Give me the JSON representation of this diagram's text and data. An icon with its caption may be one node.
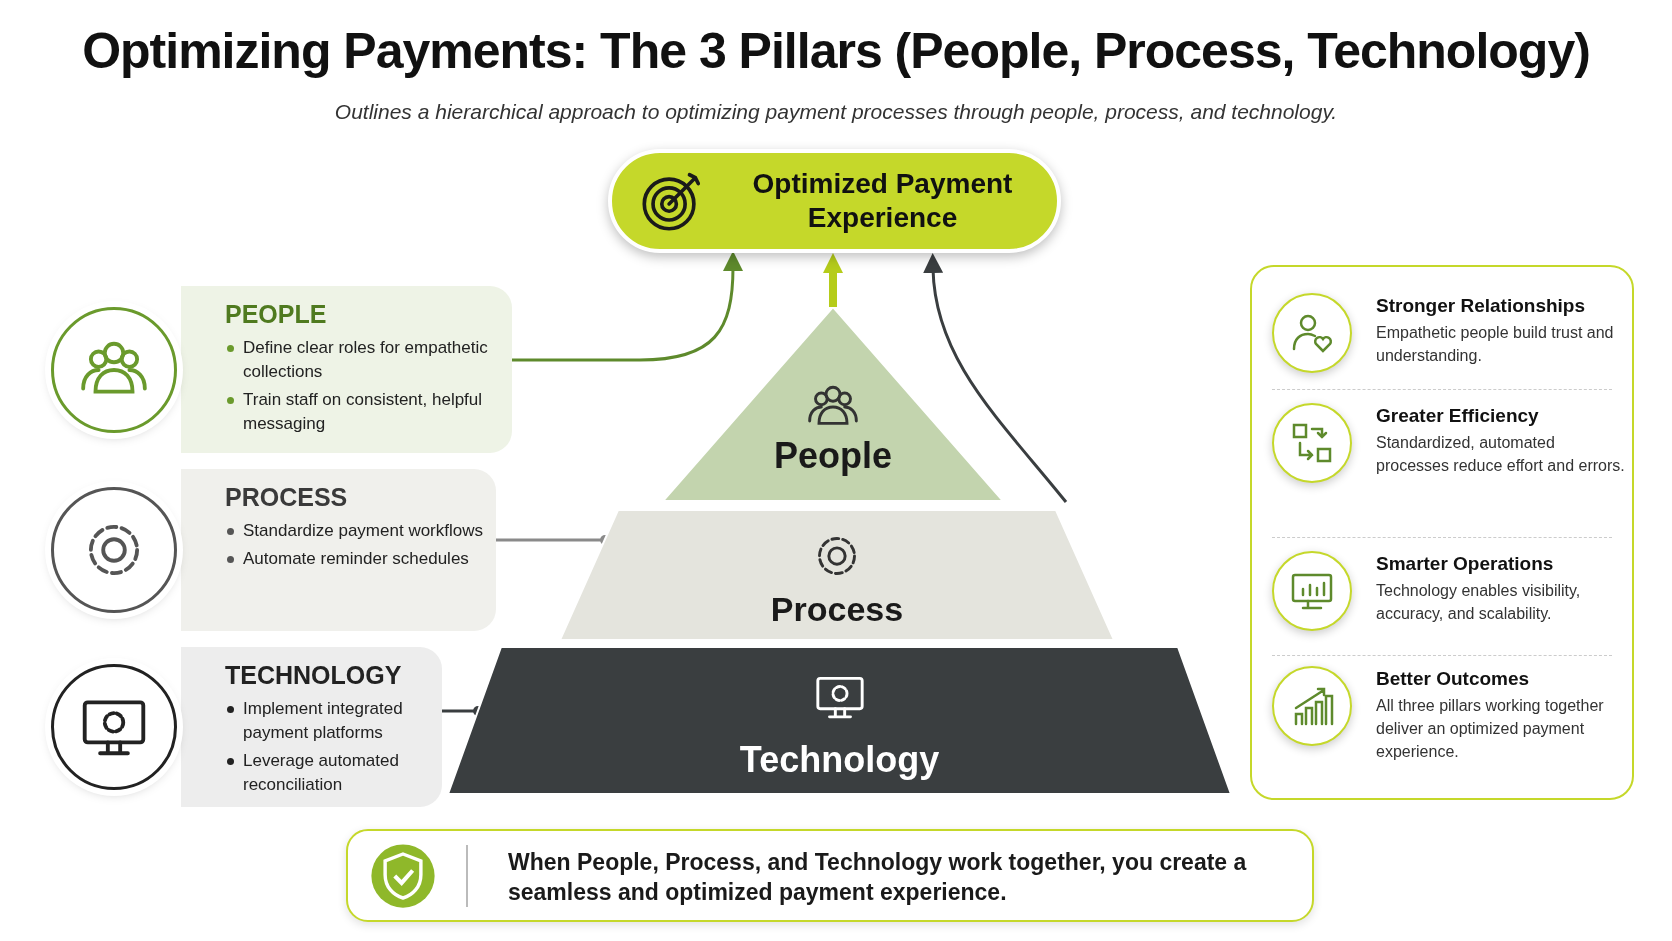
{
  "diagram": {
    "title": "Optimizing Payments: The 3 Pillars (People, Process, Technology)",
    "nodes": [
      {
        "text": [
          "Optimized Payment Experience"
        ]
      },
      {
        "text": [
          "PEOPLE",
          "Define clear roles for empathetic collections",
          "Train staff on consistent, helpful messaging"
        ]
      },
      {
        "text": [
          "PROCESS",
          "Standardize payment workflows",
          "Automate reminder schedules"
        ]
      },
      {
        "text": [
          "TECHNOLOGY",
          "Implement integrated payment platforms",
          "Leverage automated reconciliation"
        ]
      },
      {
        "text": [
          "People"
        ]
      },
      {
        "text": [
          "Process"
        ]
      },
      {
        "text": [
          "Technology"
        ]
      },
      {
        "text": [],
        "shape": "box"
      },
      {
        "text": [
          "Stronger Relationships",
          "Empathetic people build trust and understanding."
        ],
        "in": 7
      },
      {
        "text": [
          "Greater Efficiency",
          "Standardized, automated processes reduce effort and errors."
        ],
        "in": 7
      },
      {
        "text": [
          "Smarter Operations",
          "Technology enables visibility, accuracy, and scalability."
        ],
        "in": 7
      },
      {
        "text": [
          "Better Outcomes",
          "All three pillars working together deliver an optimized payment experience."
        ],
        "in": 7
      },
      {
        "text": [
          "When **People, Process, and Technology** work together, you create a seamless and optimized payment experience."
        ]
      }
    ],
    "edges": [
      {
        "from": 1,
        "to": 0,
        "arrow": "to",
        "color": "#5e8a2c"
      },
      {
        "from": 4,
        "to": 0,
        "arrow": "to",
        "color": "#b5cc1a",
        "style": "thick"
      },
      {
        "from": 5,
        "to": 0,
        "arrow": "to",
        "color": "#3a3e40"
      },
      {
        "from": 2,
        "to": 5,
        "arrow": "other",
        "color": "#8a8a8a"
      },
      {
        "from": 3,
        "to": 6,
        "arrow": "other",
        "color": "#3a3e40"
      }
    ],
    "labels": [
      "Outlines a hierarchical approach to optimizing payment processes through people, process, and technology."
    ]
  }
}
